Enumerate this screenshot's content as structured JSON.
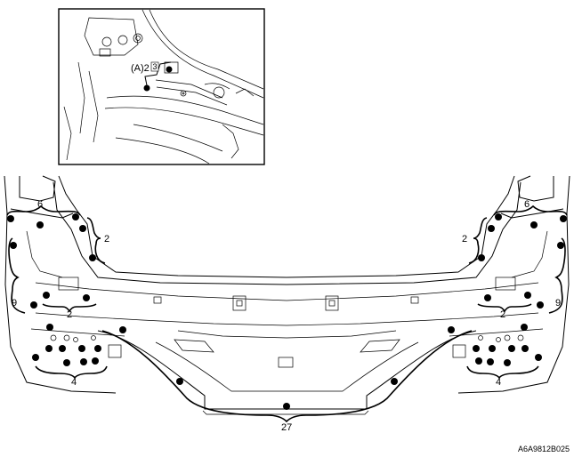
{
  "inset": {
    "callout_label": "(A)2",
    "callout_number": "3"
  },
  "labels": {
    "left_top": "6",
    "right_top": "6",
    "left_arch": "2",
    "right_arch": "2",
    "left_side": "9",
    "right_side": "9",
    "left_mid": "2",
    "right_mid": "2",
    "left_bottom": "4",
    "right_bottom": "4",
    "center_bottom": "27"
  },
  "figure_code": "A6A9812B025"
}
